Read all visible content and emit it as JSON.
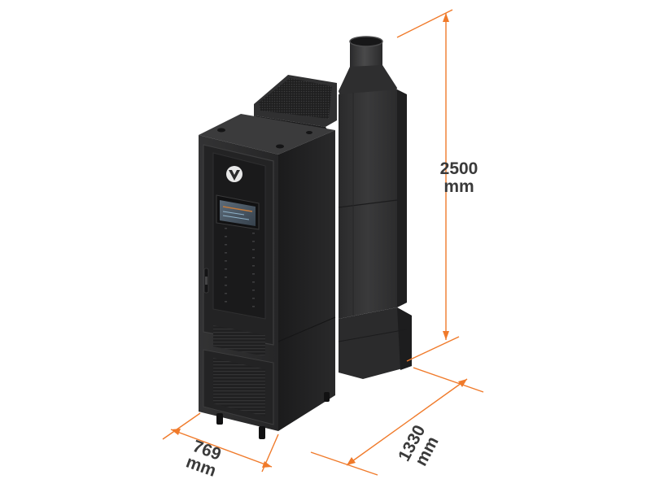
{
  "dimensions": {
    "height": {
      "value": "2500",
      "unit": "mm"
    },
    "depth": {
      "value": "1330",
      "unit": "mm"
    },
    "width": {
      "value": "769",
      "unit": "mm"
    }
  },
  "colors": {
    "dimension_line": "#f07a2a",
    "label_text": "#3a3a3a",
    "cabinet_body": "#2b2b2c",
    "cabinet_top": "#3a3a3b",
    "cabinet_side": "#1e1e1f",
    "duct": "#303031",
    "screen": "#4a5866"
  },
  "icons": {
    "logo": "vertiv-logo-icon",
    "screen": "control-screen-icon",
    "handle": "door-handle-icon"
  }
}
